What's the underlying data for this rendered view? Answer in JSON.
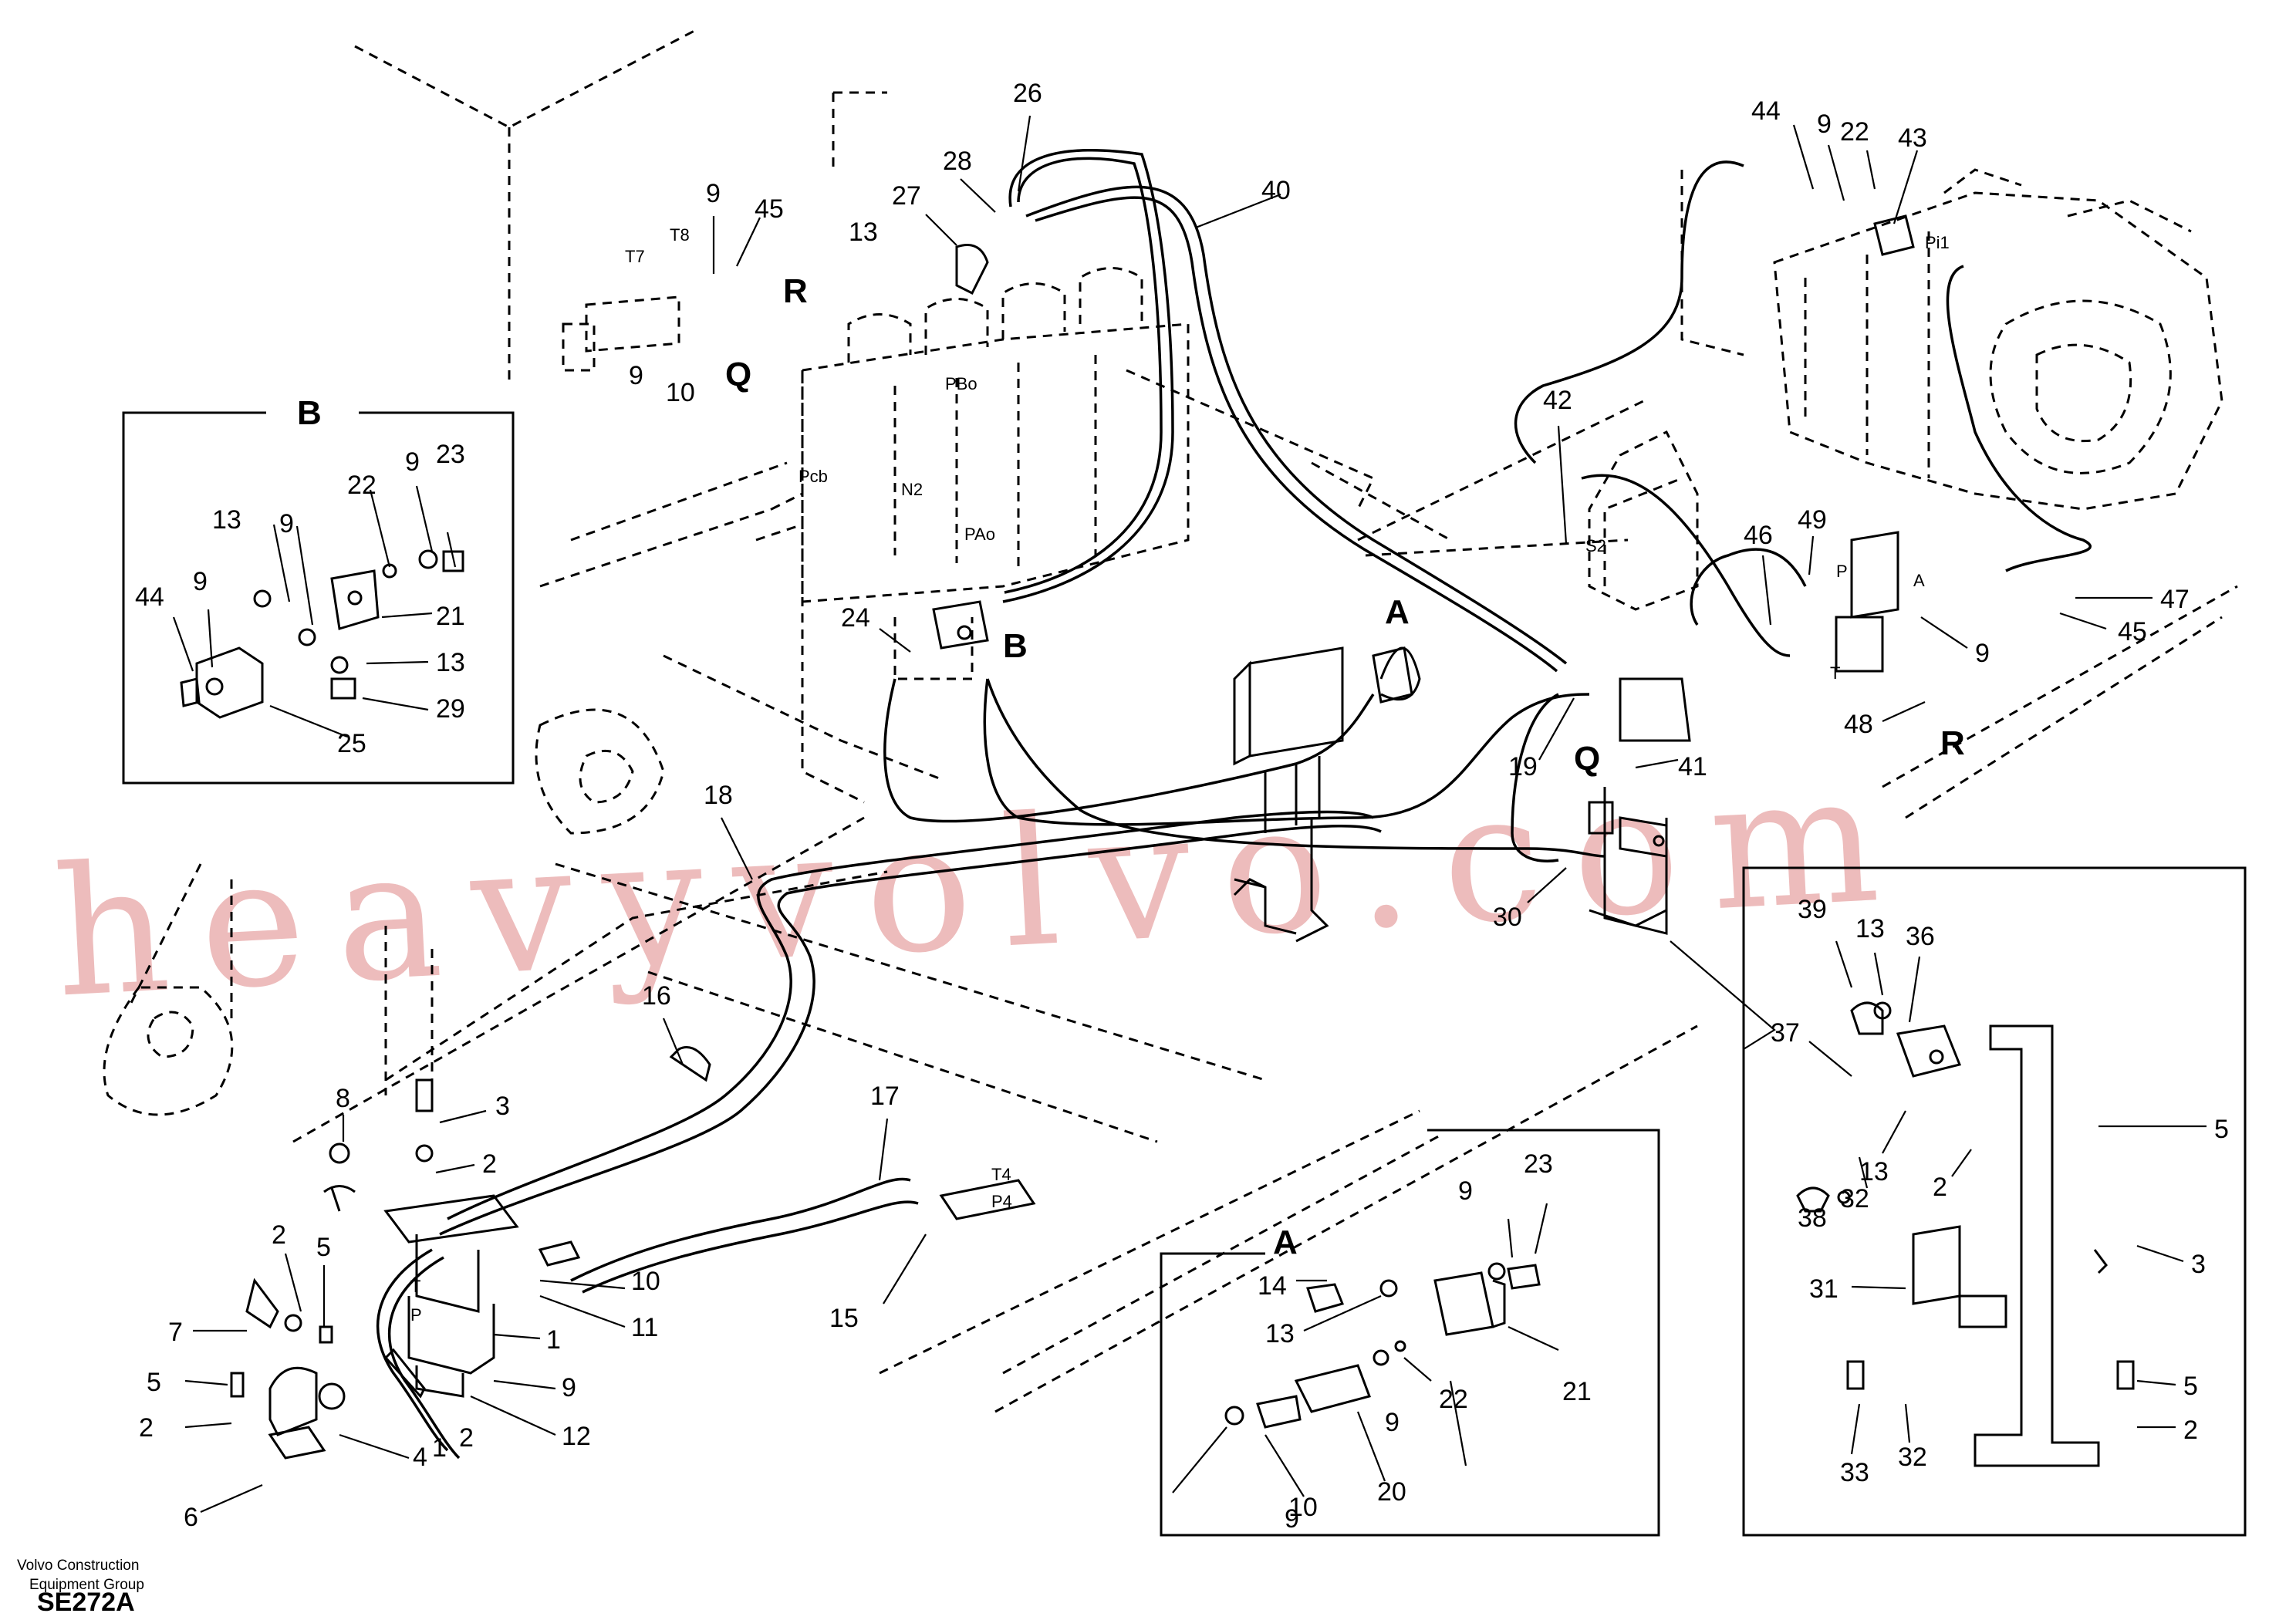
{
  "watermark": "heavyvolvo.com",
  "footer": {
    "company_line1": "Volvo Construction",
    "company_line2": "Equipment Group",
    "drawing_code": "SE272A"
  },
  "detail_views": {
    "B": {
      "title": "B",
      "callouts": [
        "9",
        "23",
        "13",
        "9",
        "22",
        "44",
        "9",
        "21",
        "13",
        "29",
        "25"
      ]
    },
    "A": {
      "title": "A",
      "callouts": [
        "9",
        "23",
        "14",
        "13",
        "21",
        "22",
        "9",
        "20",
        "10",
        "9"
      ]
    },
    "bracket": {
      "callouts": [
        "39",
        "13",
        "36",
        "37",
        "13",
        "32",
        "2",
        "38",
        "5",
        "3",
        "31",
        "5",
        "2",
        "33",
        "32"
      ]
    }
  },
  "main_callouts": [
    "26",
    "28",
    "40",
    "27",
    "13",
    "9",
    "45",
    "9",
    "10",
    "44",
    "9",
    "22",
    "43",
    "42",
    "46",
    "49",
    "47",
    "45",
    "9",
    "48",
    "24",
    "19",
    "41",
    "18",
    "30",
    "16",
    "17",
    "15",
    "8",
    "3",
    "2",
    "2",
    "5",
    "7",
    "5",
    "2",
    "6",
    "4",
    "1",
    "10",
    "11",
    "9",
    "12",
    "1",
    "2"
  ],
  "port_labels": [
    "T7",
    "T8",
    "PBo",
    "Pcb",
    "N2",
    "PAo",
    "Pi1",
    "S2",
    "P",
    "A",
    "T",
    "T4",
    "P4",
    "T",
    "P"
  ],
  "section_marks": [
    "R",
    "Q",
    "B",
    "A",
    "Q",
    "R"
  ]
}
